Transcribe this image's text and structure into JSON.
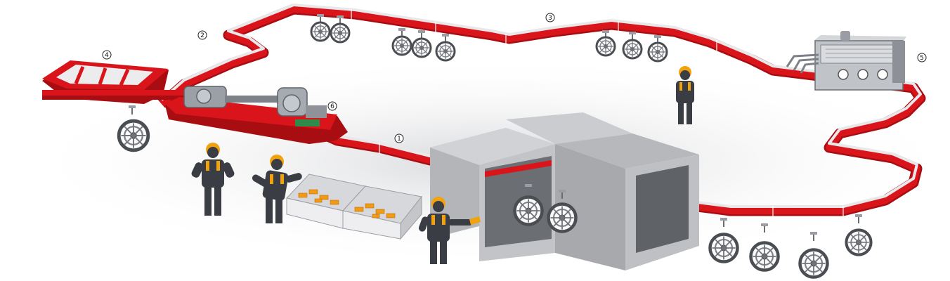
{
  "labels": [
    {
      "id": "marker-1",
      "text": "1"
    },
    {
      "id": "marker-2",
      "text": "2"
    },
    {
      "id": "marker-3",
      "text": "3"
    },
    {
      "id": "marker-4",
      "text": "4"
    },
    {
      "id": "marker-5",
      "text": "5"
    },
    {
      "id": "marker-6",
      "text": "6"
    }
  ],
  "colors": {
    "rail": "#d9151b",
    "rail_dark": "#a80d12",
    "rail_top": "#e8e8ea",
    "booth": "#bdbec1",
    "booth_dark": "#8d8e91",
    "worker": "#3a3d43",
    "helmet": "#f2a20c",
    "parts": "#f19a14",
    "machine": "#9aa0a6"
  },
  "icons": [
    "wheel-icon",
    "worker-icon",
    "paint-booth-icon",
    "control-panel-icon",
    "loading-station-icon",
    "drive-unit-icon",
    "parts-bin-icon"
  ]
}
